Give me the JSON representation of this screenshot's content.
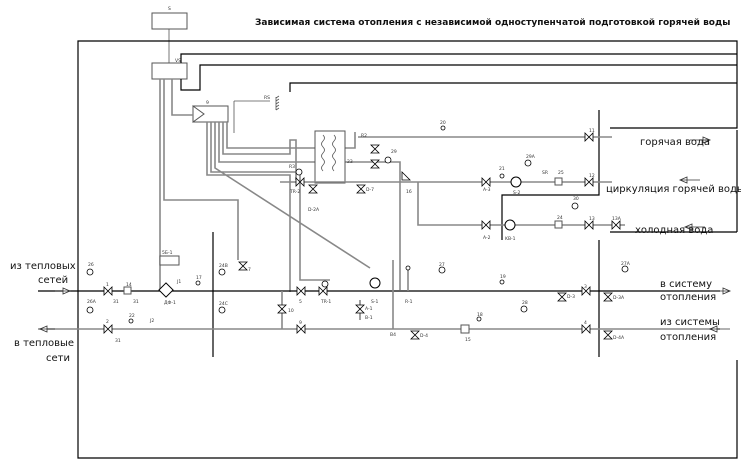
{
  "title": "Зависимая система отопления с независимой одноступенчатой подготовкой горячей воды",
  "flows": {
    "hot_water": "горячая вода",
    "hw_circulation": "циркуляция горячей воды",
    "cold_water": "холодная вода",
    "from_heat_network_1": "из тепловых",
    "from_heat_network_2": "сетей",
    "to_heat_network_1": "в тепловые",
    "to_heat_network_2": "сети",
    "to_heating_1": "в систему",
    "to_heating_2": "отопления",
    "from_heating_1": "из системы",
    "from_heating_2": "отопления"
  },
  "component_labels": [
    "S",
    "VS",
    "9",
    "RS",
    "R2",
    "23",
    "R3",
    "TR-2",
    "D-2A",
    "D-7",
    "29",
    "20",
    "16",
    "A-3",
    "21",
    "S-2",
    "29A",
    "SR",
    "25",
    "11",
    "12",
    "30",
    "24",
    "13",
    "13A",
    "A-2",
    "KB-1",
    "26",
    "1",
    "14",
    "31",
    "31",
    "26A",
    "2",
    "22",
    "31",
    "5Б-1",
    "J1",
    "ДФ-1",
    "17",
    "J2",
    "24B",
    "7",
    "24C",
    "10",
    "5",
    "TR-1",
    "9",
    "A-1",
    "B-1",
    "S-1",
    "R-1",
    "27",
    "19",
    "3",
    "D-3",
    "D-3A",
    "27A",
    "18",
    "28",
    "15",
    "D-4",
    "B4",
    "4",
    "D-4A"
  ]
}
